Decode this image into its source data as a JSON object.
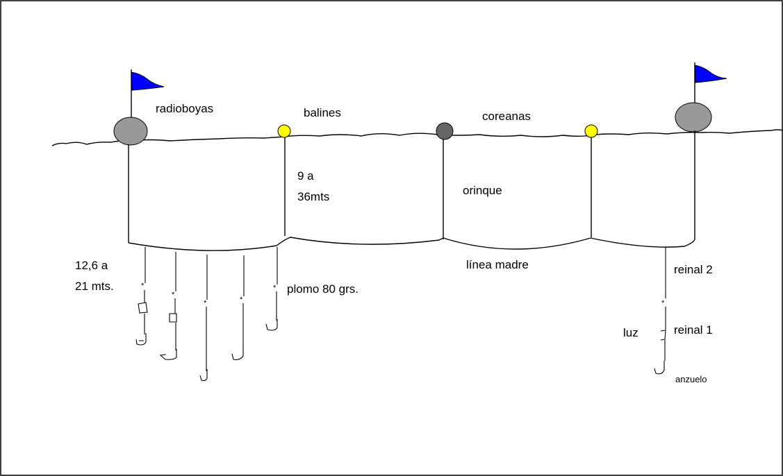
{
  "labels": {
    "radioboyas": "radioboyas",
    "balines": "balines",
    "coreanas": "coreanas",
    "depth_orinque_1": "9 a",
    "depth_orinque_2": "36mts",
    "orinque": "orinque",
    "depth_reinal_1": "12,6 a",
    "depth_reinal_2": "21 mts.",
    "plomo": "plomo 80 grs.",
    "linea_madre": "línea madre",
    "reinal_2": "reinal 2",
    "luz": "luz",
    "reinal_1": "reinal 1",
    "anzuelo": "anzuelo"
  },
  "colors": {
    "flag": "#0000ff",
    "radiobuoy": "#999999",
    "balin": "#ffff00",
    "coreana": "#666666"
  }
}
